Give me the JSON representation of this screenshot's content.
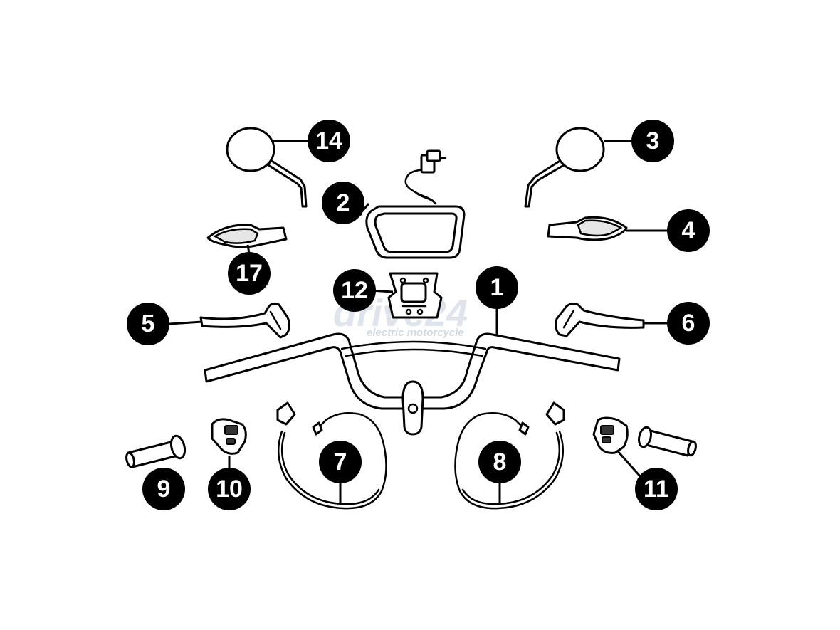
{
  "watermark": {
    "brand": "drive24",
    "tagline": "electric motorcycle"
  },
  "callouts": [
    "1",
    "2",
    "3",
    "4",
    "5",
    "6",
    "7",
    "8",
    "9",
    "10",
    "11",
    "12",
    "14",
    "17"
  ]
}
